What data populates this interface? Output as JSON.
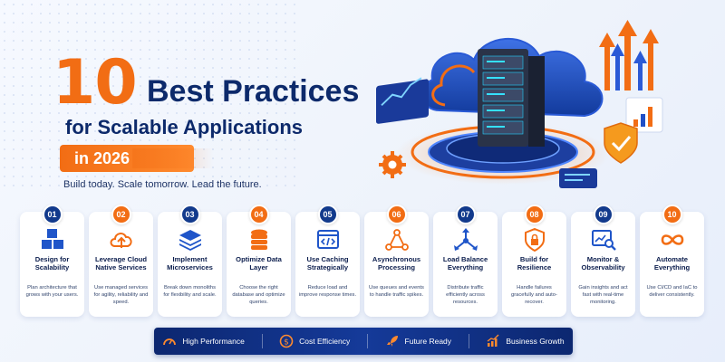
{
  "header": {
    "number": "10",
    "title": "Best Practices",
    "subtitle": "for Scalable Applications",
    "year": "in 2026",
    "tagline": "Build today. Scale tomorrow. Lead the future."
  },
  "colors": {
    "navy": "#0d2a6b",
    "orange": "#f26d14",
    "bar": "#0c2770"
  },
  "cards": [
    {
      "num": "01",
      "title": "Design for Scalability",
      "desc": "Plan architecture that grows with your users.",
      "icon": "cubes-icon"
    },
    {
      "num": "02",
      "title": "Leverage Cloud Native Services",
      "desc": "Use managed services for agility, reliability and speed.",
      "icon": "cloud-upload-icon"
    },
    {
      "num": "03",
      "title": "Implement Microservices",
      "desc": "Break down monoliths for flexibility and scale.",
      "icon": "layers-icon"
    },
    {
      "num": "04",
      "title": "Optimize Data Layer",
      "desc": "Choose the right database and optimize queries.",
      "icon": "database-icon"
    },
    {
      "num": "05",
      "title": "Use Caching Strategically",
      "desc": "Reduce load and improve response times.",
      "icon": "code-window-icon"
    },
    {
      "num": "06",
      "title": "Asynchronous Processing",
      "desc": "Use queues and events to handle traffic spikes.",
      "icon": "network-icon"
    },
    {
      "num": "07",
      "title": "Load Balance Everything",
      "desc": "Distribute traffic efficiently across resources.",
      "icon": "load-balancer-icon"
    },
    {
      "num": "08",
      "title": "Build for Resilience",
      "desc": "Handle failures gracefully and auto-recover.",
      "icon": "shield-lock-icon"
    },
    {
      "num": "09",
      "title": "Monitor & Observability",
      "desc": "Gain insights and act fast with real-time monitoring.",
      "icon": "monitor-search-icon"
    },
    {
      "num": "10",
      "title": "Automate Everything",
      "desc": "Use CI/CD and IaC to deliver consistently.",
      "icon": "infinity-icon"
    }
  ],
  "footer": [
    {
      "label": "High Performance",
      "icon": "speedometer-icon"
    },
    {
      "label": "Cost Efficiency",
      "icon": "dollar-icon"
    },
    {
      "label": "Future Ready",
      "icon": "rocket-icon"
    },
    {
      "label": "Business Growth",
      "icon": "growth-chart-icon"
    }
  ]
}
